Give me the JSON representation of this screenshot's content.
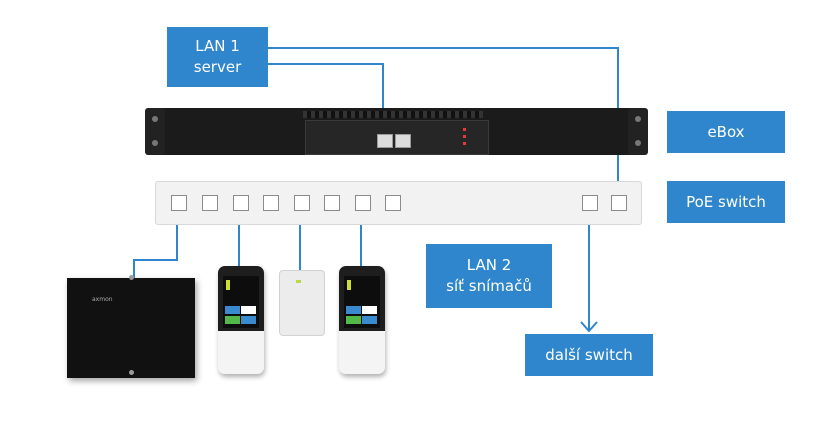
{
  "labels": {
    "lan1_line1": "LAN 1",
    "lan1_line2": "server",
    "ebox": "eBox",
    "poe_switch": "PoE switch",
    "lan2_line1": "LAN 2",
    "lan2_line2": "síť snímačů",
    "next_switch": "další switch"
  },
  "devices": {
    "controller_logo": "axmon"
  },
  "colors": {
    "label_bg": "#2f86cc",
    "wire": "#2f86cc",
    "label_text": "#ffffff"
  }
}
